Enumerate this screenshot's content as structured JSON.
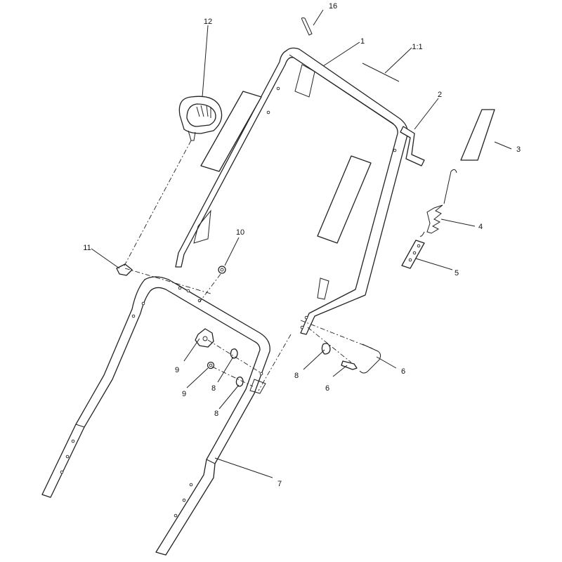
{
  "callouts": {
    "c16": "16",
    "c12": "12",
    "c1": "1",
    "c1_1": "1:1",
    "c2": "2",
    "c3": "3",
    "c4": "4",
    "c5": "5",
    "c10": "10",
    "c11": "11",
    "c9a": "9",
    "c9b": "9",
    "c8a": "8",
    "c8b": "8",
    "c8c": "8",
    "c6a": "6",
    "c6b": "6",
    "c7": "7"
  },
  "colors": {
    "line": "#222222",
    "background": "#ffffff"
  }
}
